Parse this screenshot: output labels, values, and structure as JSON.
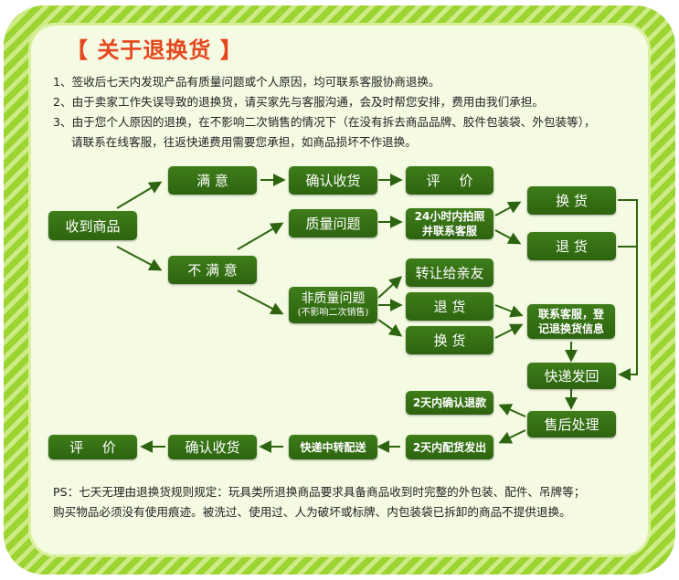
{
  "title": "【 关于退换货 】",
  "rules": [
    "1、签收后七天内发现产品有质量问题或个人原因，均可联系客服协商退换。",
    "2、由于卖家工作失误导致的退换货，请买家先与客服沟通，会及时帮您安排，费用由我们承担。",
    "3、由于您个人原因的退换，在不影响二次销售的情况下（在没有拆去商品品牌、胶件包装袋、外包装等），",
    "请联系在线客服，往返快递费用需要您承担，如商品损坏不作退换。"
  ],
  "flow": {
    "receive": "收到商品",
    "satisfied": "满 意",
    "confirm_top": "确认收货",
    "review_top": "评 价",
    "unsatisfied": "不 满 意",
    "quality_issue": "质量问题",
    "photo_24h_line1": "24小时内拍照",
    "photo_24h_line2": "并联系客服",
    "exchange_right": "换 货",
    "return_right": "退 货",
    "non_quality_line1": "非质量问题",
    "non_quality_line2": "(不影响二次销售)",
    "transfer_friend": "转让给亲友",
    "return_mid": "退 货",
    "exchange_mid": "换 货",
    "contact_line1": "联系客服，登",
    "contact_line2": "记退换货信息",
    "express_back": "快递发回",
    "confirm_refund": "2天内确认退款",
    "after_sales": "售后处理",
    "ship_2days": "2天内配货发出",
    "express_transit": "快递中转配送",
    "confirm_bottom": "确认收货",
    "review_bottom": "评 价"
  },
  "ps": [
    "PS：七天无理由退换货规则规定：玩具类所退换商品要求具备商品收到时完整的外包装、配件、吊牌等；",
    "购买物品必须没有使用痕迹。被洗过、使用过、人为破坏或标牌、内包装袋已拆卸的商品不提供退换。"
  ],
  "colors": {
    "border_green": "#9cd431",
    "box_green": "#2d6410",
    "title_red": "#e5471f",
    "background": "#f4fbe2"
  }
}
